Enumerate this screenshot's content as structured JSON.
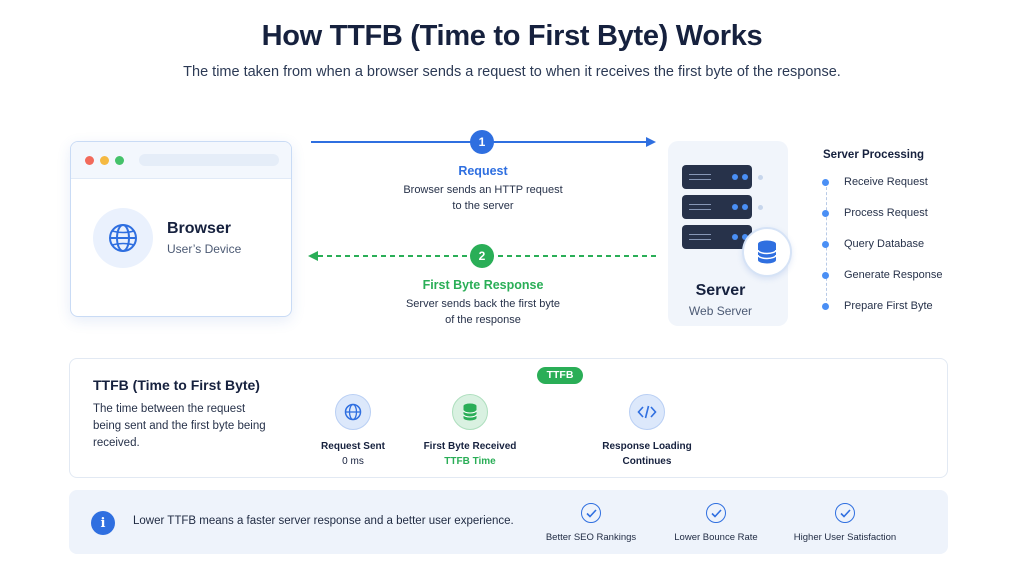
{
  "header": {
    "title": "How TTFB (Time to First Byte) Works",
    "subtitle": "The time taken from when a browser sends a request to when it receives the first byte of the response."
  },
  "browser": {
    "title": "Browser",
    "subtitle": "User’s Device",
    "icon": "globe-icon"
  },
  "steps": {
    "request": {
      "number": "1",
      "title": "Request",
      "desc_line1": "Browser sends an HTTP request",
      "desc_line2": "to the server"
    },
    "response": {
      "number": "2",
      "title": "First Byte Response",
      "desc_line1": "Server sends back the first byte",
      "desc_line2": "of the response"
    }
  },
  "server": {
    "title": "Server",
    "subtitle": "Web Server",
    "icon": "database-icon"
  },
  "processing": {
    "title": "Server Processing",
    "items": [
      "Receive Request",
      "Process Request",
      "Query Database",
      "Generate Response",
      "Prepare First Byte"
    ]
  },
  "ttfb": {
    "title": "TTFB (Time to First Byte)",
    "desc": "The time between the request being sent and the first byte being received.",
    "pill": "TTFB",
    "timeline": {
      "sent_label": "Request Sent",
      "sent_value": "0 ms",
      "received_label": "First Byte Received",
      "received_value": "TTFB Time",
      "loading_label": "Response Loading",
      "loading_value": "Continues"
    }
  },
  "info": {
    "icon": "info-icon",
    "text": "Lower TTFB means a faster server response and a better user experience.",
    "benefits": [
      "Better SEO Rankings",
      "Lower Bounce Rate",
      "Higher User Satisfaction"
    ]
  },
  "colors": {
    "request_blue": "#2f6fe0",
    "response_green": "#2aae57",
    "title_navy": "#16213e"
  }
}
